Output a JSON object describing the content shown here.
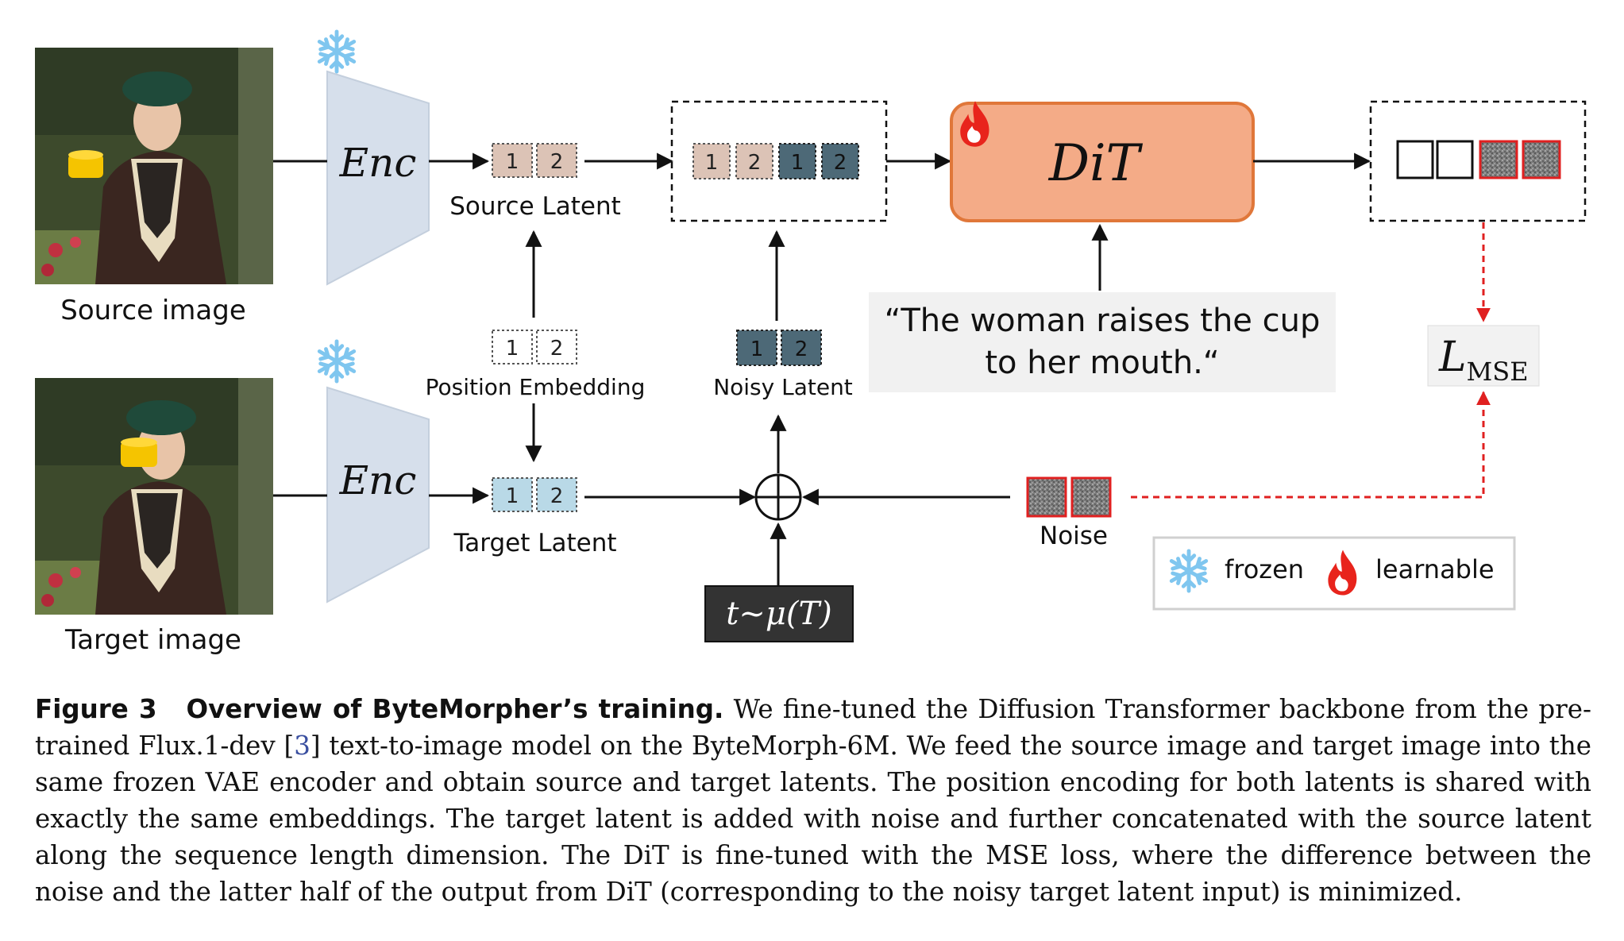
{
  "diagram": {
    "source_image_label": "Source image",
    "target_image_label": "Target image",
    "encoder_label": "Enc",
    "source_latent_label": "Source Latent",
    "target_latent_label": "Target Latent",
    "position_embedding_label": "Position Embedding",
    "noisy_latent_label": "Noisy Latent",
    "noise_label": "Noise",
    "model_label": "DiT",
    "prompt_line1": "“The woman raises the cup",
    "prompt_line2": "to her mouth.“",
    "loss_label": "L",
    "loss_subscript": "MSE",
    "timestep_label": "t~μ(T)",
    "token_1": "1",
    "token_2": "2",
    "legend": {
      "frozen": "frozen",
      "learnable": "learnable"
    },
    "colors": {
      "source_token": "#dcc3b6",
      "target_token": "#b9d9e7",
      "noisy_token": "#4d6977",
      "dit_fill": "#f4ab87",
      "dit_border": "#e0773a",
      "encoder_fill": "#d6dfeb",
      "loss_arrow": "#e02020",
      "snowflake": "#7fc6ef",
      "flame": "#e8241c"
    }
  },
  "caption": {
    "label": "Figure 3",
    "title": "Overview of ByteMorpher’s training.",
    "text_part1": "We fine-tuned the Diffusion Transformer backbone from the pre-trained Flux.1-dev [",
    "ref": "3",
    "text_part2": "] text-to-image model on the ByteMorph-6M. We feed the source image and target image into the same frozen VAE encoder and obtain source and target latents. The position encoding for both latents is shared with exactly the same embeddings. The target latent is added with noise and further concatenated with the source latent along the sequence length dimension. The DiT is fine-tuned with the MSE loss, where the difference between the noise and the latter half of the output from DiT (corresponding to the noisy target latent input) is minimized."
  }
}
